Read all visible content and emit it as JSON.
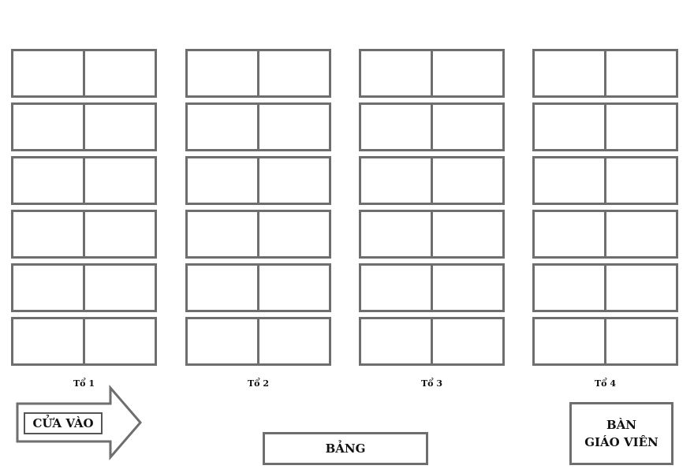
{
  "groups": [
    {
      "label": "Tổ 1",
      "rows": 6
    },
    {
      "label": "Tổ 2",
      "rows": 6
    },
    {
      "label": "Tổ 3",
      "rows": 6
    },
    {
      "label": "Tổ 4",
      "rows": 6
    }
  ],
  "door": {
    "label": "CỬA VÀO"
  },
  "board": {
    "label": "BẢNG"
  },
  "teacher_desk": {
    "line1": "BÀN",
    "line2": "GIÁO VIÊN"
  },
  "colors": {
    "outline": "#6e6e6e",
    "text": "#111111",
    "background": "#ffffff"
  }
}
